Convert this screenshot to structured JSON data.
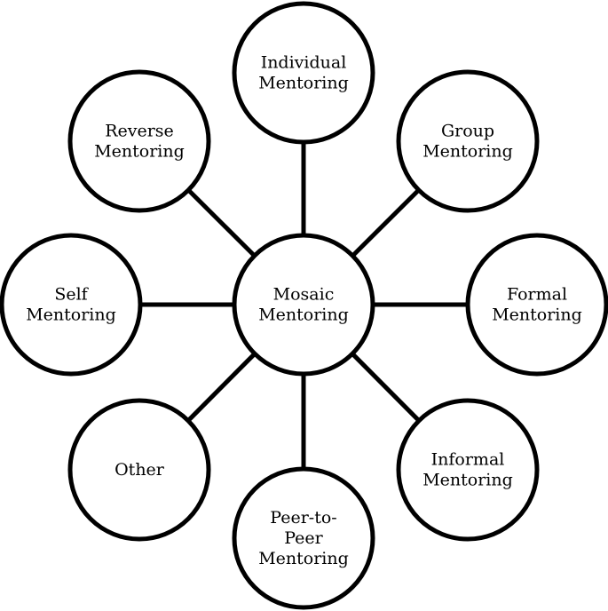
{
  "center": {
    "lines": [
      "Mosaic",
      "Mentoring"
    ]
  },
  "nodes": [
    {
      "id": "individual",
      "lines": [
        "Individual",
        "Mentoring"
      ]
    },
    {
      "id": "group",
      "lines": [
        "Group",
        "Mentoring"
      ]
    },
    {
      "id": "formal",
      "lines": [
        "Formal",
        "Mentoring"
      ]
    },
    {
      "id": "informal",
      "lines": [
        "Informal",
        "Mentoring"
      ]
    },
    {
      "id": "peer-to-peer",
      "lines": [
        "Peer-to-",
        "Peer",
        "Mentoring"
      ]
    },
    {
      "id": "other",
      "lines": [
        "Other"
      ]
    },
    {
      "id": "self",
      "lines": [
        "Self",
        "Mentoring"
      ]
    },
    {
      "id": "reverse",
      "lines": [
        "Reverse",
        "Mentoring"
      ]
    }
  ],
  "colors": {
    "stroke": "#000000",
    "fill": "#ffffff",
    "text": "#000000"
  }
}
